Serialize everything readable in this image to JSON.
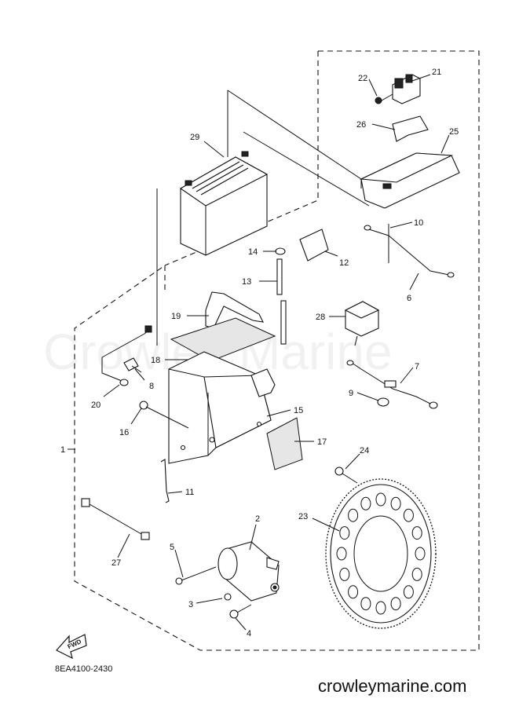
{
  "watermark": "Crowley Marine",
  "diagram_code": "8EA4100-2430",
  "site": "crowleymarine.com",
  "fwd_label": "FWD",
  "callouts": {
    "c1": "1",
    "c2": "2",
    "c3": "3",
    "c4": "4",
    "c5": "5",
    "c6": "6",
    "c7": "7",
    "c8": "8",
    "c9": "9",
    "c10": "10",
    "c11": "11",
    "c12": "12",
    "c13": "13",
    "c14": "14",
    "c15": "15",
    "c16": "16",
    "c17": "17",
    "c18": "18",
    "c19": "19",
    "c20": "20",
    "c21": "21",
    "c22": "22",
    "c23": "23",
    "c24": "24",
    "c25": "25",
    "c26": "26",
    "c27": "27",
    "c28": "28",
    "c29": "29"
  }
}
